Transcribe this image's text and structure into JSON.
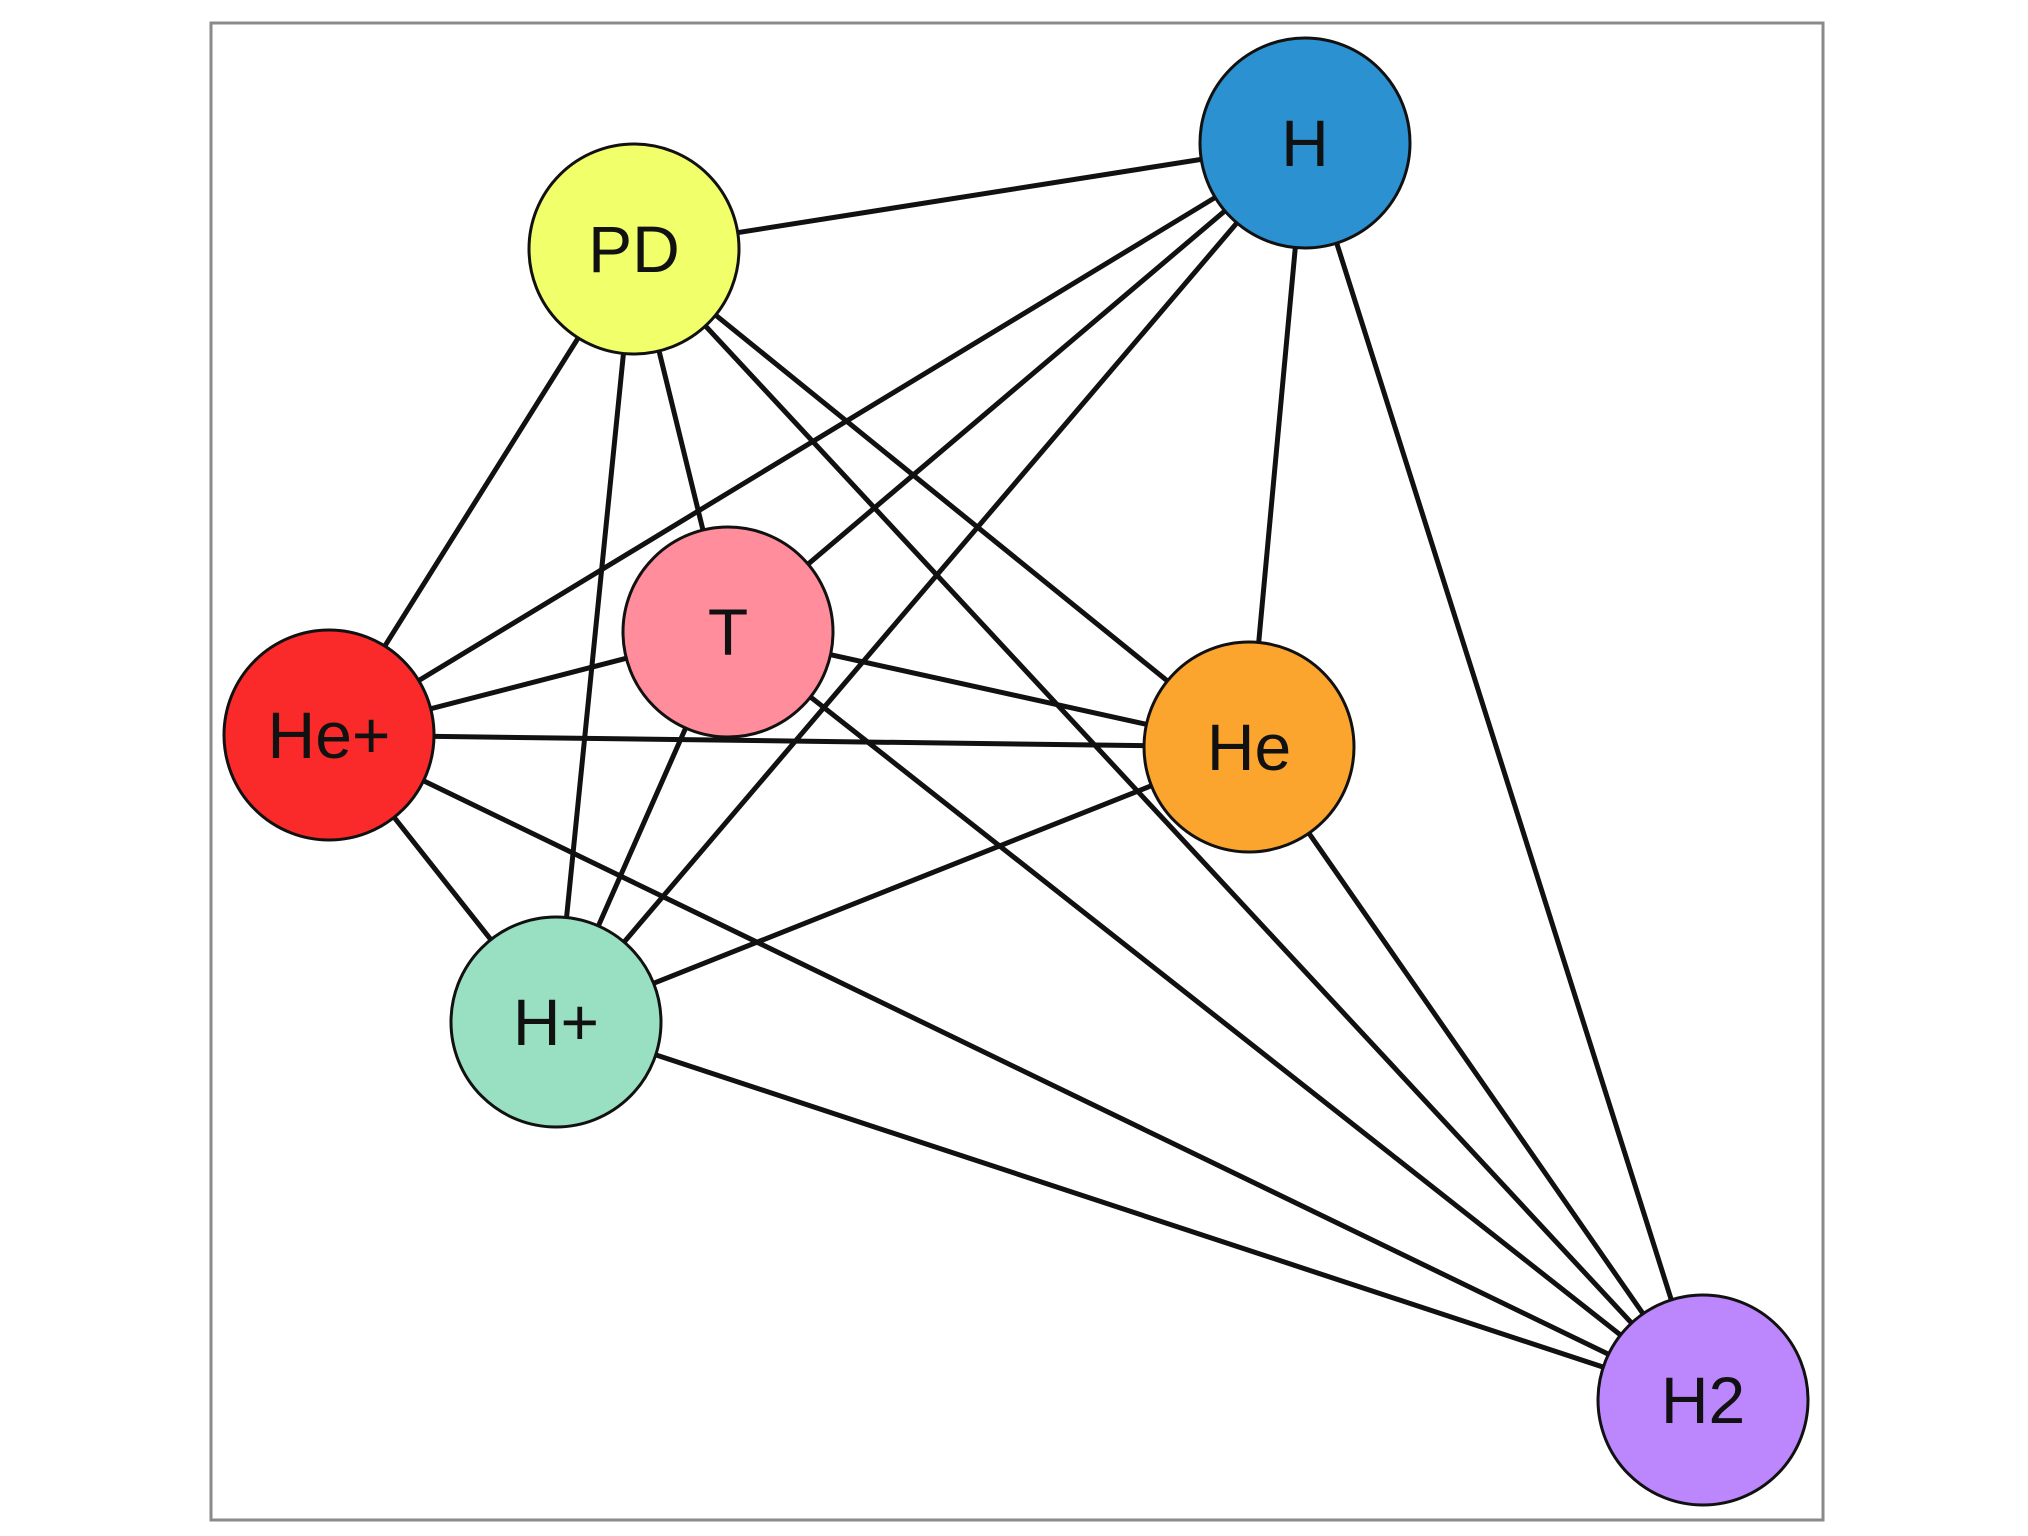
{
  "nodes": [
    {
      "id": "H",
      "label": "H",
      "color": "#2b91d1"
    },
    {
      "id": "PD",
      "label": "PD",
      "color": "#f1ff6a"
    },
    {
      "id": "T",
      "label": "T",
      "color": "#ff8d9b"
    },
    {
      "id": "HeP",
      "label": "He+",
      "color": "#fa2a2a"
    },
    {
      "id": "He",
      "label": "He",
      "color": "#fca52e"
    },
    {
      "id": "HP",
      "label": "H+",
      "color": "#99e0c2"
    },
    {
      "id": "H2",
      "label": "H2",
      "color": "#bc86fc"
    }
  ],
  "edges": [
    [
      "PD",
      "H"
    ],
    [
      "PD",
      "HeP"
    ],
    [
      "PD",
      "T"
    ],
    [
      "PD",
      "HP"
    ],
    [
      "PD",
      "He"
    ],
    [
      "PD",
      "H2"
    ],
    [
      "H",
      "HeP"
    ],
    [
      "H",
      "T"
    ],
    [
      "H",
      "HP"
    ],
    [
      "H",
      "He"
    ],
    [
      "H",
      "H2"
    ],
    [
      "HeP",
      "T"
    ],
    [
      "HeP",
      "He"
    ],
    [
      "HeP",
      "HP"
    ],
    [
      "HeP",
      "H2"
    ],
    [
      "T",
      "He"
    ],
    [
      "T",
      "HP"
    ],
    [
      "T",
      "H2"
    ],
    [
      "He",
      "HP"
    ],
    [
      "He",
      "H2"
    ],
    [
      "HP",
      "H2"
    ]
  ]
}
